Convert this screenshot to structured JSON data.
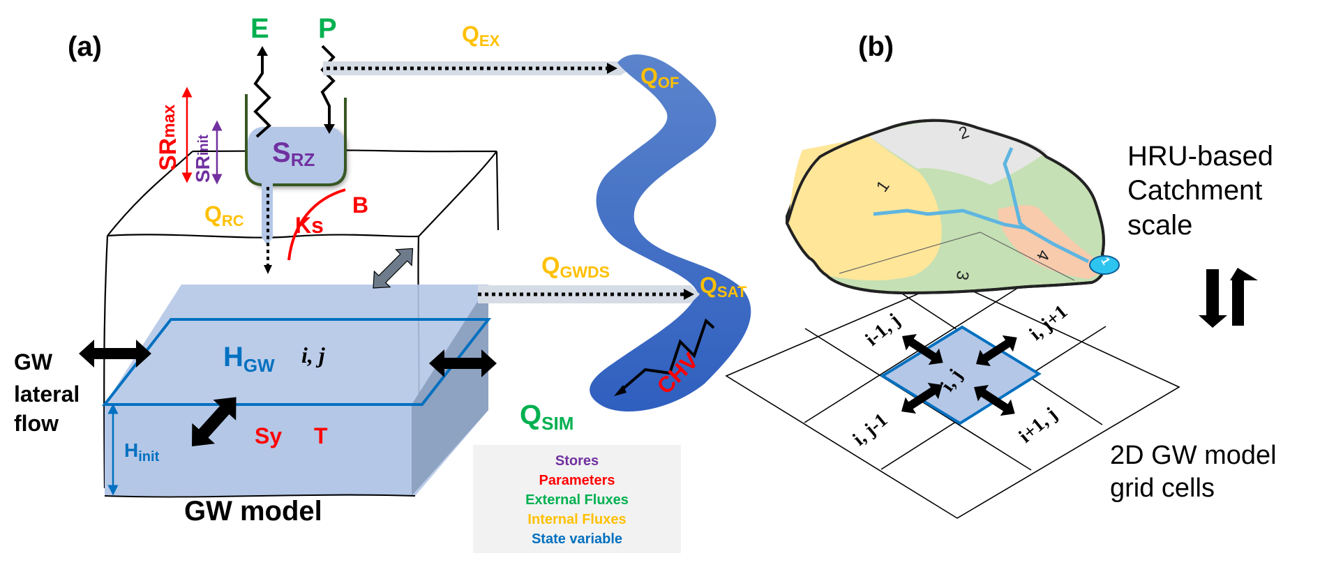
{
  "colors": {
    "stores": "#7030a0",
    "parameters": "#ff0000",
    "external_fluxes": "#00b050",
    "internal_fluxes": "#ffc000",
    "state_variable": "#0070c0",
    "river": "#4472c4",
    "gw_box": "#b4c7e7",
    "legend_bg": "#f2f2f2"
  },
  "panel_a": {
    "label": "(a)",
    "external": {
      "evaporation": "E",
      "precipitation": "P",
      "sim_main": "Q",
      "sim_sub": "SIM"
    },
    "store": {
      "main": "S",
      "sub": "RZ"
    },
    "params": {
      "srmax_main": "SR",
      "srmax_sub": "max",
      "srinit_main": "SR",
      "srinit_sub": "init",
      "ks": "Ks",
      "b": "B",
      "sy": "Sy",
      "t": "T",
      "chv": "CHV"
    },
    "internal": {
      "qex_main": "Q",
      "qex_sub": "EX",
      "qof_main": "Q",
      "qof_sub": "OF",
      "qrc_main": "Q",
      "qrc_sub": "RC",
      "qgwds_main": "Q",
      "qgwds_sub": "GWDS",
      "qsat_main": "Q",
      "qsat_sub": "SAT"
    },
    "state": {
      "hgw_main": "H",
      "hgw_sub": "GW",
      "ij": "i, j",
      "hinit_main": "H",
      "hinit_sub": "init"
    },
    "gw_lateral": [
      "GW",
      "lateral",
      "flow"
    ],
    "gw_model_caption": "GW model",
    "legend": [
      {
        "text": "Stores",
        "key": "stores"
      },
      {
        "text": "Parameters",
        "key": "parameters"
      },
      {
        "text": "External Fluxes",
        "key": "external_fluxes"
      },
      {
        "text": "Internal Fluxes",
        "key": "internal_fluxes"
      },
      {
        "text": "State variable",
        "key": "state_variable"
      }
    ]
  },
  "panel_b": {
    "label": "(b)",
    "hru_labels": [
      "1",
      "2",
      "3",
      "4"
    ],
    "outlet_label": "1",
    "catchment_caption": [
      "HRU-based",
      "Catchment",
      "scale"
    ],
    "grid_caption": [
      "2D GW model",
      "grid cells"
    ],
    "cells": {
      "center": "i, j",
      "north": "i-1, j",
      "east": "i, j+1",
      "west": "i, j-1",
      "south": "i+1, j"
    }
  }
}
